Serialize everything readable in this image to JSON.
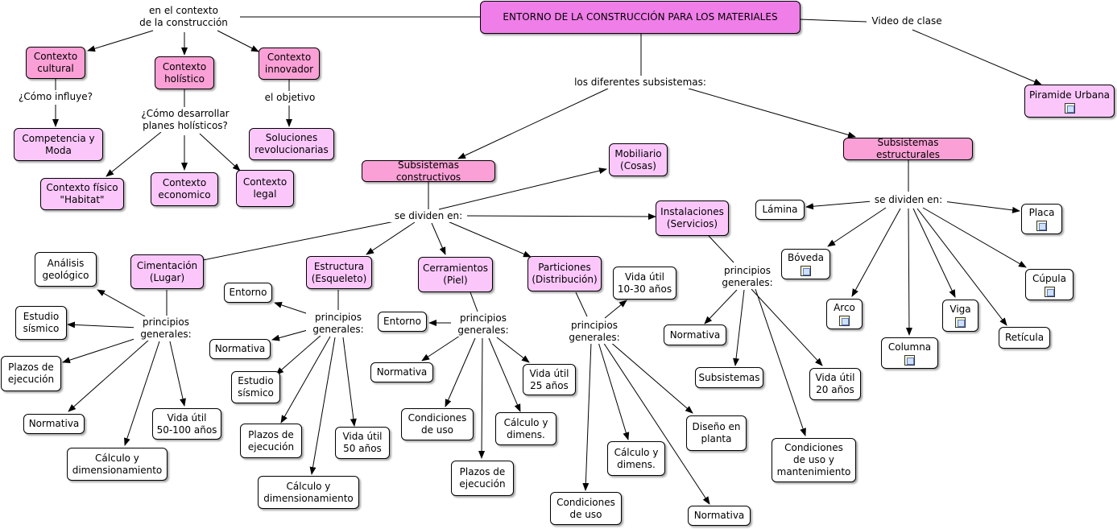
{
  "root": "ENTORNO DE LA CONSTRUCCIÓN PARA LOS MATERIALES",
  "labels": {
    "context": "en el contexto\nde la construcción",
    "video": "Video de clase",
    "subsystems": "los diferentes subsistemas:",
    "como_influye": "¿Cómo influye?",
    "como_desarrollar": "¿Cómo desarrollar\nplanes holísticos?",
    "el_objetivo": "el objetivo",
    "se_dividen_constructivos": "se dividen en:",
    "se_dividen_estructurales": "se dividen en:",
    "pg_cimentacion": "principios\ngenerales:",
    "pg_estructura": "principios\ngenerales:",
    "pg_cerramientos": "principios\ngenerales:",
    "pg_particiones": "principios\ngenerales:",
    "pg_instalaciones": "principios\ngenerales:"
  },
  "nodes": {
    "contexto_cultural": "Contexto\ncultural",
    "contexto_holistico": "Contexto\nholístico",
    "contexto_innovador": "Contexto\ninnovador",
    "competencia": "Competencia y\nModa",
    "contexto_fisico": "Contexto físico\n\"Habitat\"",
    "contexto_economico": "Contexto\neconomico",
    "contexto_legal": "Contexto\nlegal",
    "soluciones": "Soluciones\nrevolucionarias",
    "piramide": "Piramide Urbana",
    "sub_constructivos": "Subsistemas constructivos",
    "sub_estructurales": "Subsistemas estructurales",
    "mobiliario": "Mobiliario\n(Cosas)",
    "instalaciones": "Instalaciones\n(Servicios)",
    "cimentacion": "Cimentación\n(Lugar)",
    "estructura": "Estructura\n(Esqueleto)",
    "cerramientos": "Cerramientos\n(Piel)",
    "particiones": "Particiones\n(Distribución)",
    "cim_analisis": "Análisis\ngeológico",
    "cim_estudio": "Estudio\nsísmico",
    "cim_plazos": "Plazos de\nejecución",
    "cim_normativa": "Normativa",
    "cim_calculo": "Cálculo y\ndimensionamiento",
    "cim_vida": "Vida útil\n50-100 años",
    "est_entorno": "Entorno",
    "est_normativa": "Normativa",
    "est_estudio": "Estudio\nsísmico",
    "est_plazos": "Plazos de\nejecución",
    "est_calculo": "Cálculo y\ndimensionamiento",
    "est_vida": "Vida útil\n50 años",
    "cer_entorno": "Entorno",
    "cer_normativa": "Normativa",
    "cer_condiciones": "Condiciones\nde uso",
    "cer_plazos": "Plazos de\nejecución",
    "cer_calculo": "Cálculo y\ndimens.",
    "cer_vida": "Vida útil\n25 años",
    "par_vida": "Vida útil\n10-30 años",
    "par_condiciones": "Condiciones\nde uso",
    "par_calculo": "Cálculo y\ndimens.",
    "par_normativa": "Normativa",
    "par_diseno": "Diseño en\nplanta",
    "ins_normativa": "Normativa",
    "ins_subsistemas": "Subsistemas",
    "ins_vida": "Vida útil\n20 años",
    "ins_condiciones": "Condiciones\nde uso y\nmantenimiento",
    "lamina": "Lámina",
    "placa": "Placa",
    "boveda": "Bóveda",
    "cupula": "Cúpula",
    "arco": "Arco",
    "viga": "Viga",
    "columna": "Columna",
    "reticula": "Retícula"
  }
}
